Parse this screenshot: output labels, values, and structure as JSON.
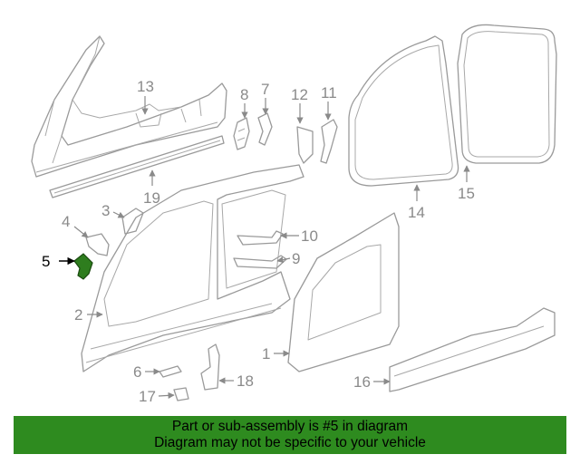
{
  "diagram": {
    "callouts": {
      "c1": "1",
      "c2": "2",
      "c3": "3",
      "c4": "4",
      "c5": "5",
      "c6": "6",
      "c7": "7",
      "c8": "8",
      "c9": "9",
      "c10": "10",
      "c11": "11",
      "c12": "12",
      "c13": "13",
      "c14": "14",
      "c15": "15",
      "c16": "16",
      "c17": "17",
      "c18": "18",
      "c19": "19"
    },
    "highlighted_part": "5",
    "highlight_color": "#2e7d1e"
  },
  "banner": {
    "line1": "Part or sub-assembly is #5 in diagram",
    "line2": "Diagram may not be specific to your vehicle",
    "background": "#2e8b1f"
  }
}
